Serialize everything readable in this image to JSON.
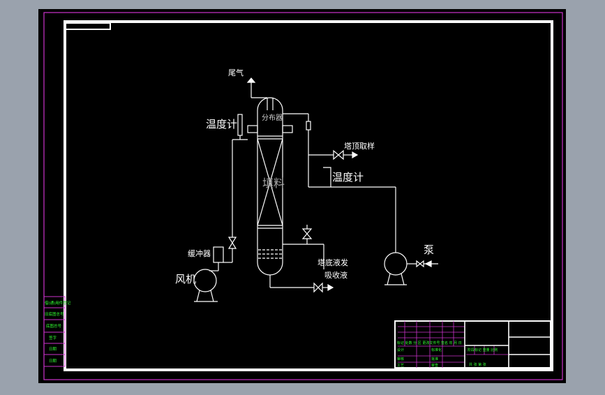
{
  "colors": {
    "background": "#9aa2ad",
    "sheet": "#000000",
    "line": "#ffffff",
    "frame": "#cc33cc",
    "titleblock_text": "#33ff33"
  },
  "labels": {
    "exhaust": "尾气",
    "distributor": "分布器",
    "packing": "填料",
    "thermometer_left": "温度计",
    "thermometer_right": "温度计",
    "top_sampling": "塔顶取样",
    "buffer": "缓冲器",
    "fan": "风机",
    "pump": "泵",
    "bottom_line1": "塔底液发",
    "bottom_line2": "吸收液"
  },
  "side_stamp": {
    "items": [
      "借(通)用件登记",
      "旧底图总号",
      "底图总号",
      "签字",
      "日期",
      "日期"
    ]
  },
  "title_block": {
    "main_row": "标记 处数 分 区 更改文件号 签名 年 月 日",
    "rows": [
      "设计",
      "审核",
      "工艺"
    ],
    "cols": [
      "标准化",
      "批准",
      "审查"
    ],
    "stage_row": "阶段标记 重量 比例",
    "sheet_row": "共 张 第 张"
  }
}
